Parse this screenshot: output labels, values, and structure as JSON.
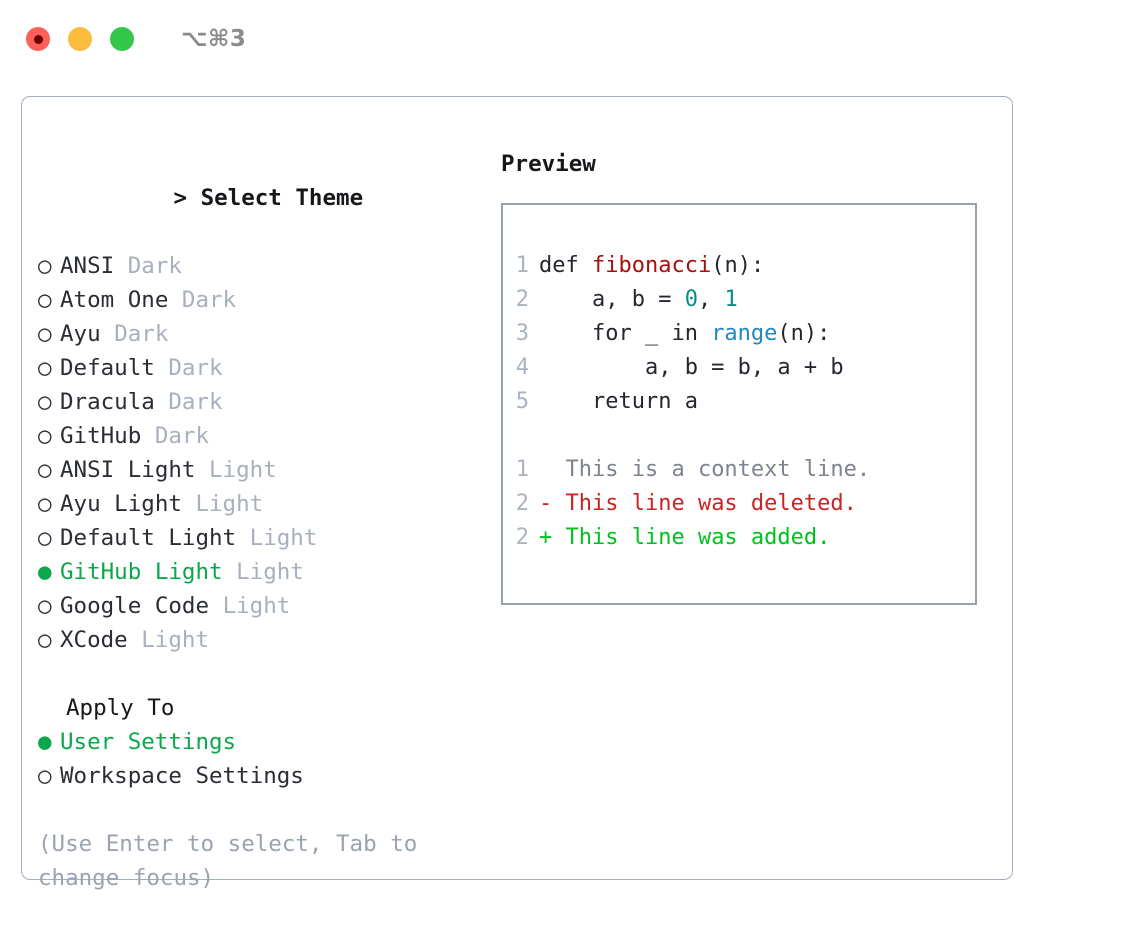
{
  "window": {
    "shortcut": "⌥⌘3",
    "traffic_lights": [
      {
        "name": "close",
        "color": "#fc6058"
      },
      {
        "name": "minimize",
        "color": "#fdbc40"
      },
      {
        "name": "zoom",
        "color": "#34c749"
      }
    ]
  },
  "theme_picker": {
    "heading_caret": "> ",
    "heading": "Select Theme",
    "bullet_empty": "○",
    "bullet_filled": "●",
    "items": [
      {
        "name": "ANSI",
        "tag": "Dark",
        "selected": false
      },
      {
        "name": "Atom One",
        "tag": "Dark",
        "selected": false
      },
      {
        "name": "Ayu",
        "tag": "Dark",
        "selected": false
      },
      {
        "name": "Default",
        "tag": "Dark",
        "selected": false
      },
      {
        "name": "Dracula",
        "tag": "Dark",
        "selected": false
      },
      {
        "name": "GitHub",
        "tag": "Dark",
        "selected": false
      },
      {
        "name": "ANSI Light",
        "tag": "Light",
        "selected": false
      },
      {
        "name": "Ayu Light",
        "tag": "Light",
        "selected": false
      },
      {
        "name": "Default Light",
        "tag": "Light",
        "selected": false
      },
      {
        "name": "GitHub Light",
        "tag": "Light",
        "selected": true
      },
      {
        "name": "Google Code",
        "tag": "Light",
        "selected": false
      },
      {
        "name": "XCode",
        "tag": "Light",
        "selected": false
      }
    ]
  },
  "apply_to": {
    "heading": "Apply To",
    "options": [
      {
        "label": "User Settings",
        "selected": true
      },
      {
        "label": "Workspace Settings",
        "selected": false
      }
    ]
  },
  "hint": "(Use Enter to select, Tab to change focus)",
  "preview": {
    "heading": "Preview",
    "code_lines": [
      {
        "lineno": "1",
        "tokens": [
          {
            "text": "def ",
            "kind": "plain"
          },
          {
            "text": "fibonacci",
            "kind": "func"
          },
          {
            "text": "(n):",
            "kind": "plain"
          }
        ]
      },
      {
        "lineno": "2",
        "tokens": [
          {
            "text": "    a, b = ",
            "kind": "plain"
          },
          {
            "text": "0",
            "kind": "number"
          },
          {
            "text": ", ",
            "kind": "plain"
          },
          {
            "text": "1",
            "kind": "number"
          }
        ]
      },
      {
        "lineno": "3",
        "tokens": [
          {
            "text": "    for _ in ",
            "kind": "plain"
          },
          {
            "text": "range",
            "kind": "builtin"
          },
          {
            "text": "(n):",
            "kind": "plain"
          }
        ]
      },
      {
        "lineno": "4",
        "tokens": [
          {
            "text": "        a, b = b, a + b",
            "kind": "plain"
          }
        ]
      },
      {
        "lineno": "5",
        "tokens": [
          {
            "text": "    return a",
            "kind": "plain"
          }
        ]
      }
    ],
    "diff_lines": [
      {
        "lineno": "1",
        "marker": " ",
        "text": " This is a context line.",
        "kind": "context"
      },
      {
        "lineno": "2",
        "marker": "-",
        "text": " This line was deleted.",
        "kind": "del"
      },
      {
        "lineno": "2",
        "marker": "+",
        "text": " This line was added.",
        "kind": "add"
      }
    ]
  },
  "colors": {
    "selected_green": "#0aa84a",
    "diff_add_green": "#00c020",
    "diff_del_red": "#cc2222",
    "func_red": "#a80f0f",
    "number_teal": "#0d8a8a",
    "builtin_blue": "#2188c0",
    "tag_gray": "#a8b0bd",
    "panel_border": "#a3aebb",
    "preview_border": "#93a1b0"
  }
}
